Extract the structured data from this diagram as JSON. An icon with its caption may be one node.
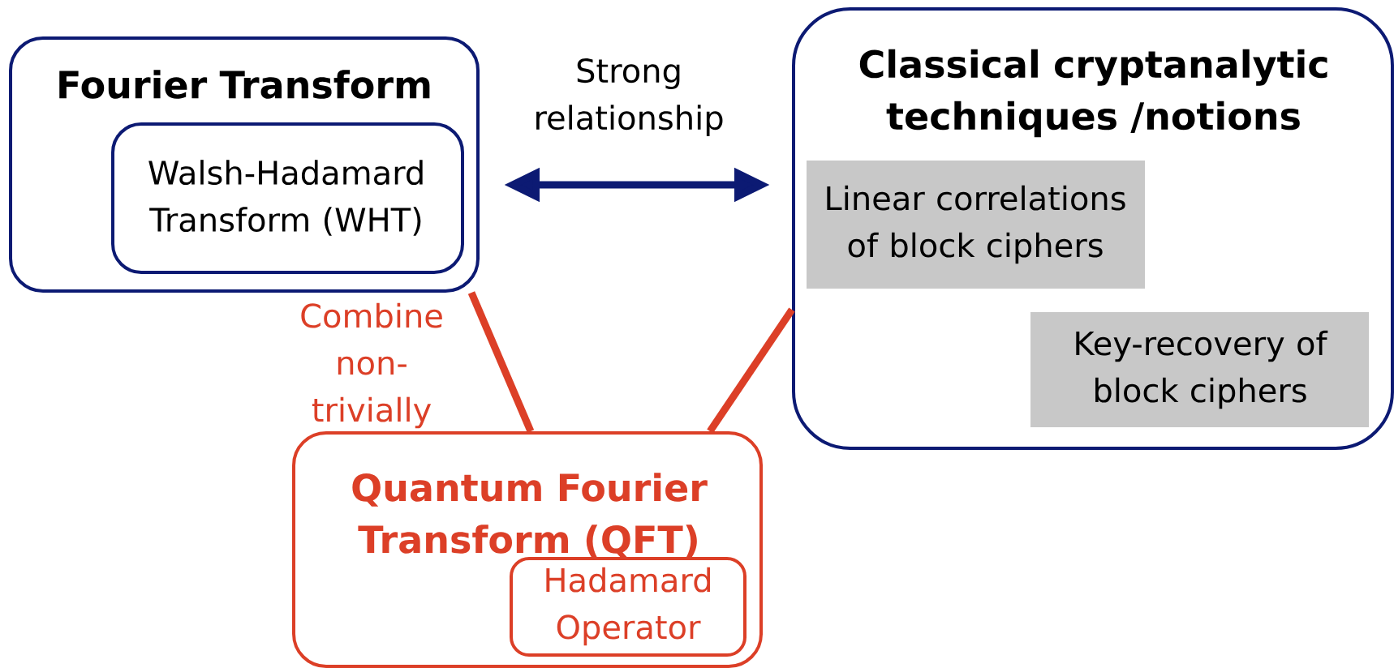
{
  "diagram": {
    "nodes": [
      {
        "text": [
          "Fourier Transform"
        ]
      },
      {
        "text": [
          "Walsh-Hadamard Transform (WHT)"
        ],
        "in": 0
      },
      {
        "text": [
          "Classical cryptanalytic techniques /notions"
        ]
      },
      {
        "text": [
          "Linear correlations of block ciphers"
        ],
        "in": 2
      },
      {
        "text": [
          "Key-recovery of block ciphers"
        ],
        "in": 2
      },
      {
        "text": [
          "Quantum Fourier Transform (QFT)"
        ]
      },
      {
        "text": [
          "Hadamard Operator"
        ],
        "in": 5
      }
    ],
    "edges": [
      {
        "from": 0,
        "to": 2,
        "arrow": "both",
        "label": "Strong relationship",
        "color": "#0c1a73"
      },
      {
        "from": 0,
        "to": 5,
        "arrow": "none",
        "label": "Combine non-trivially",
        "color": "#dc3f27"
      },
      {
        "from": 5,
        "to": 2,
        "arrow": "none",
        "color": "#dc3f27"
      }
    ]
  }
}
